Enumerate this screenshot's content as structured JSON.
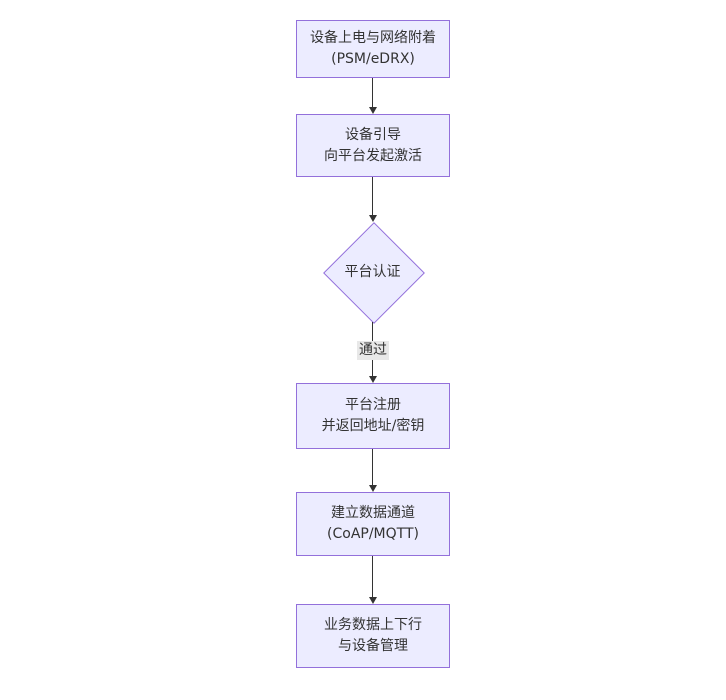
{
  "diagram": {
    "type": "flowchart",
    "direction": "top-down",
    "nodes": [
      {
        "id": "A",
        "shape": "rect",
        "lines": [
          "设备上电与网络附着",
          "(PSM/eDRX)"
        ]
      },
      {
        "id": "B",
        "shape": "rect",
        "lines": [
          "设备引导",
          "向平台发起激活"
        ]
      },
      {
        "id": "C",
        "shape": "diamond",
        "lines": [
          "平台认证"
        ]
      },
      {
        "id": "D",
        "shape": "rect",
        "lines": [
          "平台注册",
          "并返回地址/密钥"
        ]
      },
      {
        "id": "E",
        "shape": "rect",
        "lines": [
          "建立数据通道",
          "(CoAP/MQTT)"
        ]
      },
      {
        "id": "F",
        "shape": "rect",
        "lines": [
          "业务数据上下行",
          "与设备管理"
        ]
      }
    ],
    "edges": [
      {
        "from": "A",
        "to": "B",
        "label": ""
      },
      {
        "from": "B",
        "to": "C",
        "label": ""
      },
      {
        "from": "C",
        "to": "D",
        "label": "通过"
      },
      {
        "from": "D",
        "to": "E",
        "label": ""
      },
      {
        "from": "E",
        "to": "F",
        "label": ""
      }
    ],
    "colors": {
      "node_fill": "#ECECFF",
      "node_border": "#9370DB",
      "text": "#333333",
      "edge_line": "#333333",
      "edge_label_bg": "#E8E8E8",
      "canvas_bg": "#FFFFFF"
    }
  }
}
